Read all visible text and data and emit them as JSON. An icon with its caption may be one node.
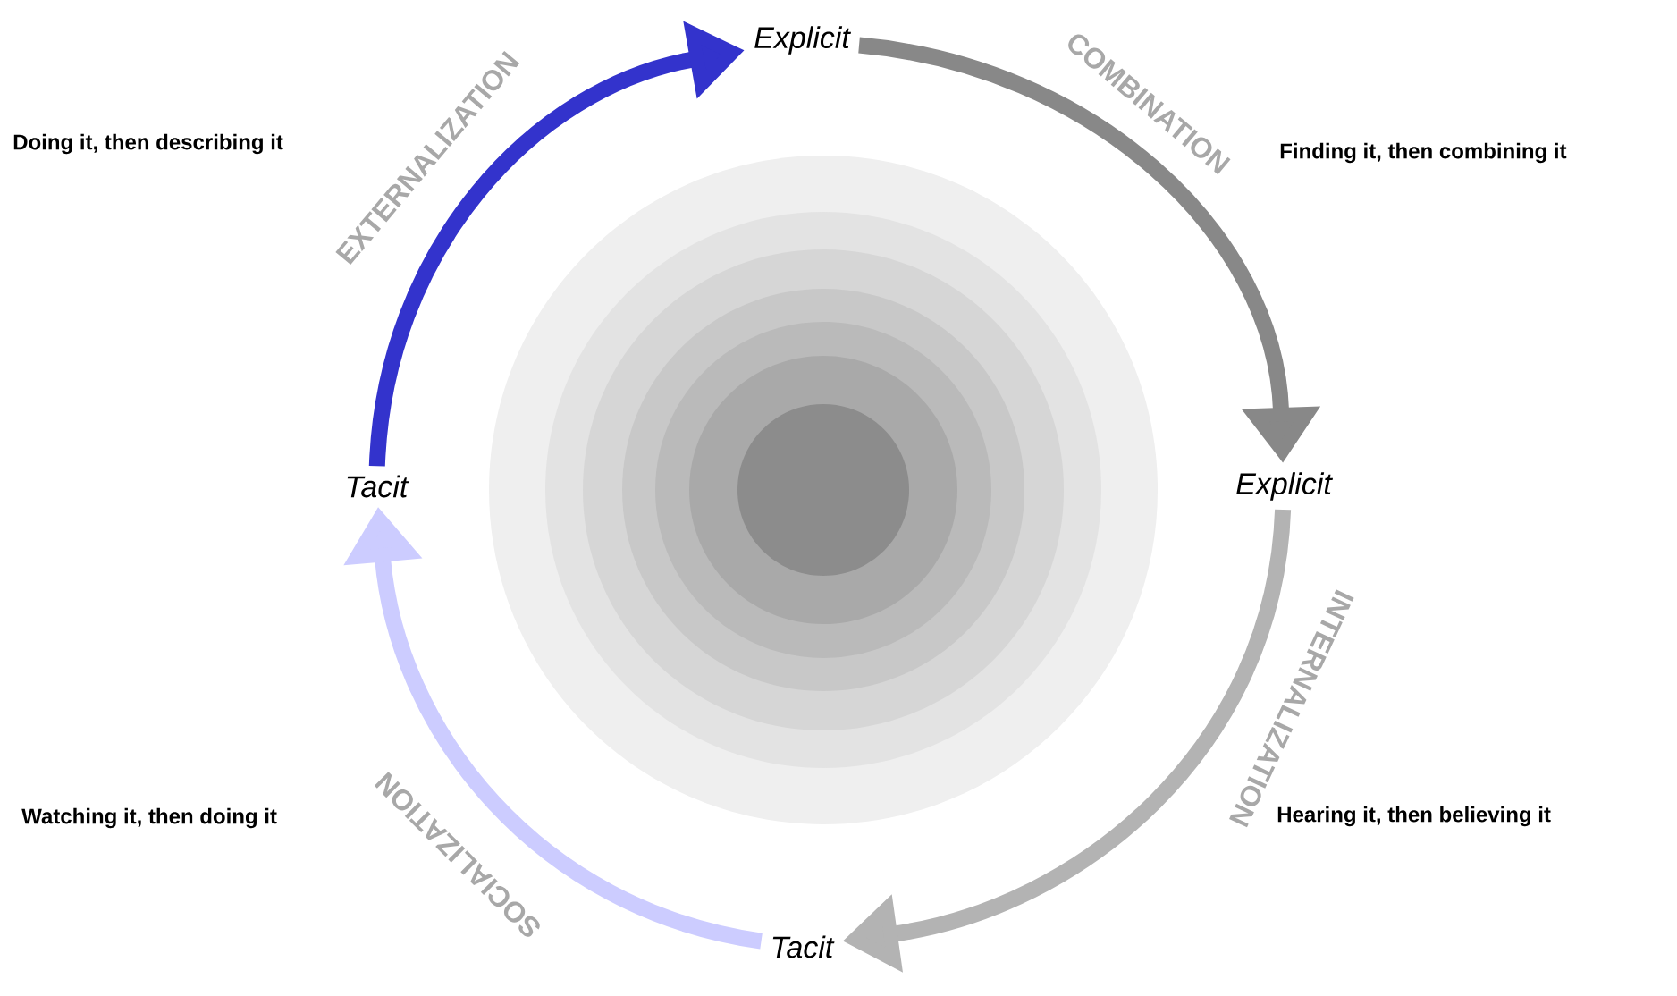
{
  "diagram": {
    "nodes": [
      {
        "text": [
          "Explicit"
        ]
      },
      {
        "text": [
          "Explicit"
        ]
      },
      {
        "text": [
          "Tacit"
        ]
      },
      {
        "text": [
          "Tacit"
        ]
      }
    ],
    "edges": [
      {
        "from": 3,
        "to": 0,
        "arrow": "to",
        "label": "EXTERNALIZATION",
        "color": "#3333cc"
      },
      {
        "from": 0,
        "to": 1,
        "arrow": "to",
        "label": "COMBINATION",
        "color": "#888888"
      },
      {
        "from": 1,
        "to": 2,
        "arrow": "to",
        "label": "INTERNALIZATION",
        "color": "#b3b3b3"
      },
      {
        "from": 2,
        "to": 3,
        "arrow": "to",
        "label": "SOCIALIZATION",
        "color": "#ccccff"
      }
    ],
    "labels": [
      "Doing it, then describing it",
      "Finding it, then combining it",
      "Watching it, then doing it",
      "Hearing it, then believing it"
    ]
  }
}
